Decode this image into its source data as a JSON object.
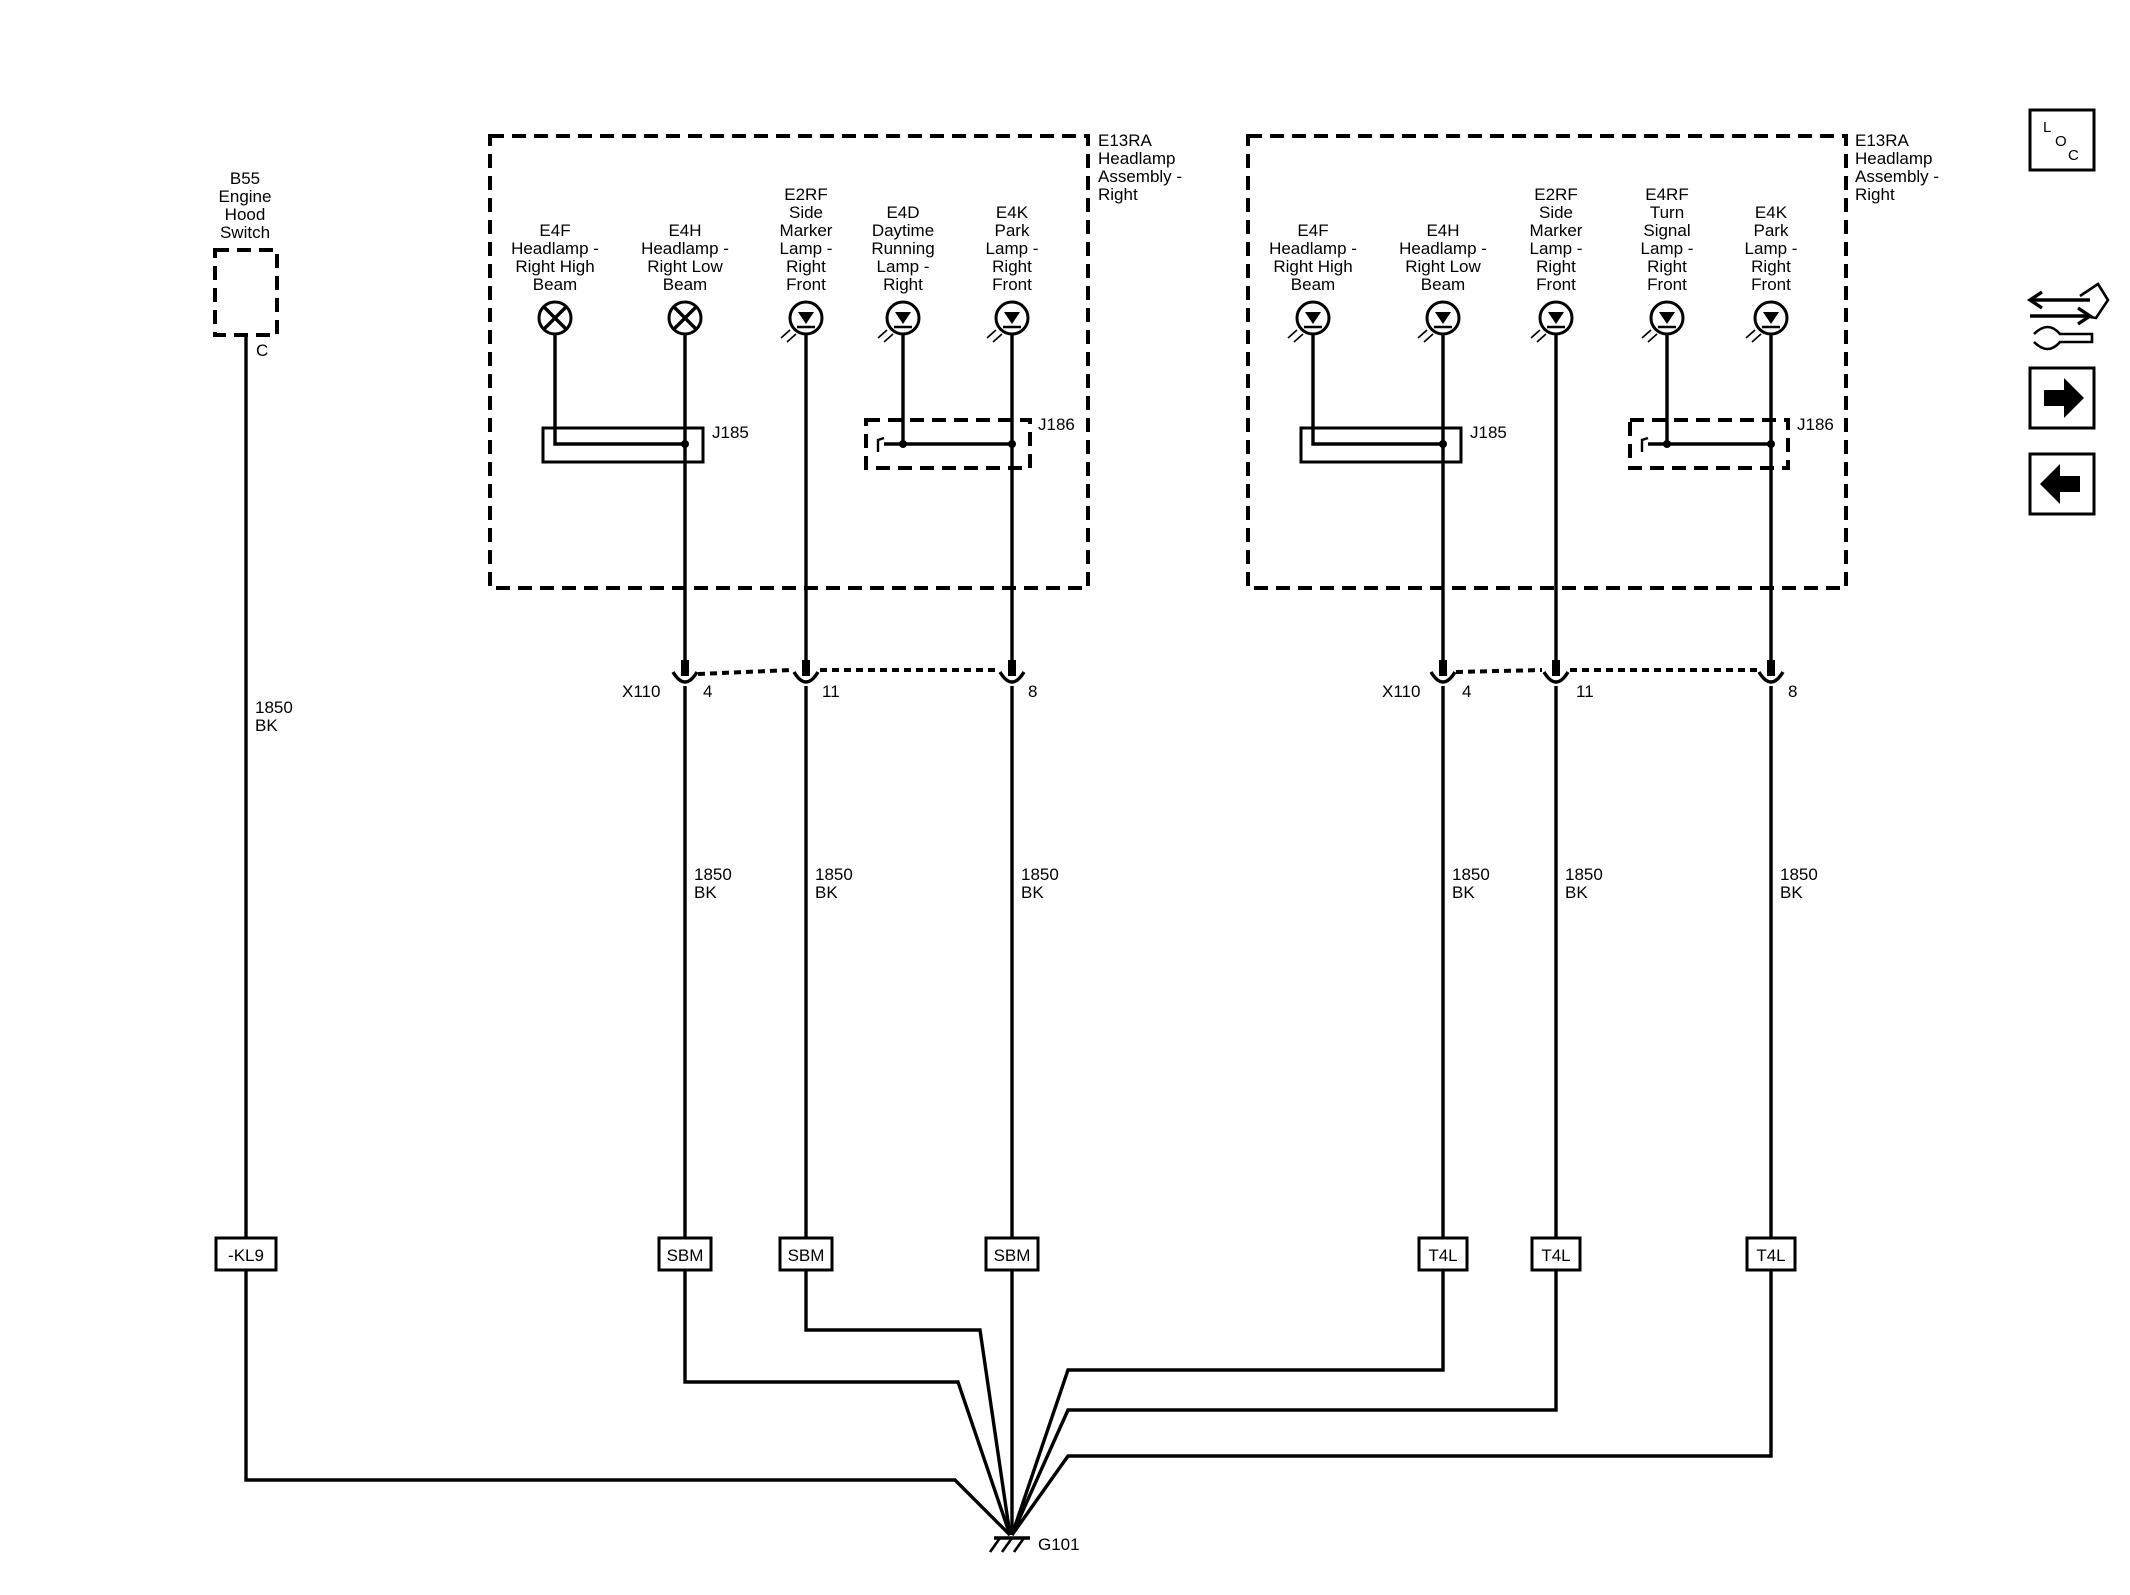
{
  "switch": {
    "id": "B55",
    "name": [
      "Engine",
      "Hood",
      "Switch"
    ],
    "pin": "C"
  },
  "switch_wire": {
    "circuit": "1850",
    "color": "BK"
  },
  "assemblies": [
    {
      "id": "E13RA",
      "name": [
        "Headlamp",
        "Assembly -",
        "Right"
      ]
    },
    {
      "id": "E13RA",
      "name": [
        "Headlamp",
        "Assembly -",
        "Right"
      ]
    }
  ],
  "components_left": [
    {
      "id": "E4F",
      "name": [
        "Headlamp -",
        "Right High",
        "Beam"
      ],
      "symbol": "bulb-x"
    },
    {
      "id": "E4H",
      "name": [
        "Headlamp -",
        "Right Low",
        "Beam"
      ],
      "symbol": "bulb-x"
    },
    {
      "id": "E2RF",
      "name": [
        "Side",
        "Marker",
        "Lamp -",
        "Right",
        "Front"
      ],
      "symbol": "led"
    },
    {
      "id": "E4D",
      "name": [
        "Daytime",
        "Running",
        "Lamp -",
        "Right"
      ],
      "symbol": "led"
    },
    {
      "id": "E4K",
      "name": [
        "Park",
        "Lamp -",
        "Right",
        "Front"
      ],
      "symbol": "led"
    }
  ],
  "components_right": [
    {
      "id": "E4F",
      "name": [
        "Headlamp -",
        "Right High",
        "Beam"
      ],
      "symbol": "led"
    },
    {
      "id": "E4H",
      "name": [
        "Headlamp -",
        "Right Low",
        "Beam"
      ],
      "symbol": "led"
    },
    {
      "id": "E2RF",
      "name": [
        "Side",
        "Marker",
        "Lamp -",
        "Right",
        "Front"
      ],
      "symbol": "led"
    },
    {
      "id": "E4RF",
      "name": [
        "Turn",
        "Signal",
        "Lamp -",
        "Right",
        "Front"
      ],
      "symbol": "led"
    },
    {
      "id": "E4K",
      "name": [
        "Park",
        "Lamp -",
        "Right",
        "Front"
      ],
      "symbol": "led"
    }
  ],
  "splices": {
    "a": "J185",
    "b": "J186"
  },
  "connector": {
    "id": "X110",
    "pins": [
      "4",
      "11",
      "8"
    ]
  },
  "circuit_labels": [
    {
      "circuit": "1850",
      "color": "BK"
    },
    {
      "circuit": "1850",
      "color": "BK"
    },
    {
      "circuit": "1850",
      "color": "BK"
    }
  ],
  "options": {
    "kl": "-KL9",
    "sbm": "SBM",
    "t4l": "T4L"
  },
  "ground": "G101",
  "nav": {
    "loc": [
      "L",
      "O",
      "C"
    ],
    "icons": [
      "connector-swap-icon",
      "next-arrow-icon",
      "previous-arrow-icon"
    ]
  }
}
